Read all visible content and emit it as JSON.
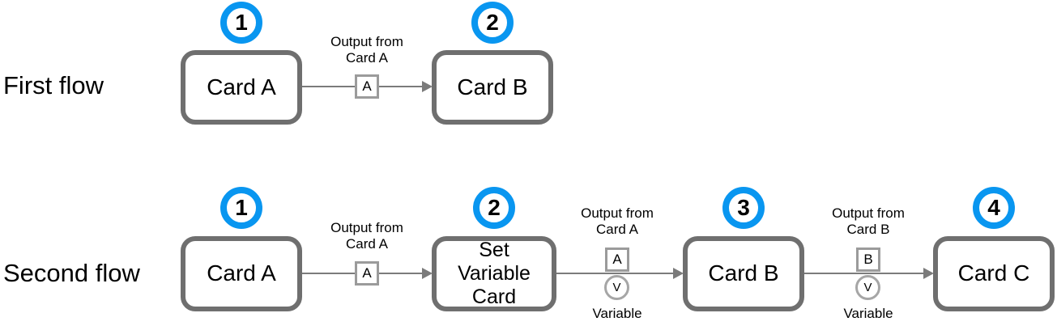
{
  "colors": {
    "step_badge_blue": "#0996f0",
    "card_border_gray": "#6f6f6f",
    "connector_gray": "#7b7b7b",
    "tag_border_gray": "#9b9b9b"
  },
  "flows": [
    {
      "label": "First flow",
      "cards": [
        {
          "step": "1",
          "label": "Card A"
        },
        {
          "step": "2",
          "label": "Card B"
        }
      ],
      "connectors": [
        {
          "label_line1": "Output from",
          "label_line2": "Card A",
          "output_tag": "A"
        }
      ]
    },
    {
      "label": "Second flow",
      "cards": [
        {
          "step": "1",
          "label": "Card A"
        },
        {
          "step": "2",
          "label": "Set Variable Card"
        },
        {
          "step": "3",
          "label": "Card B"
        },
        {
          "step": "4",
          "label": "Card C"
        }
      ],
      "connectors": [
        {
          "label_line1": "Output from",
          "label_line2": "Card A",
          "output_tag": "A"
        },
        {
          "label_line1": "Output from",
          "label_line2": "Card A",
          "output_tag": "A",
          "variable_tag": "V",
          "variable_label": "Variable"
        },
        {
          "label_line1": "Output from",
          "label_line2": "Card B",
          "output_tag": "B",
          "variable_tag": "V",
          "variable_label": "Variable"
        }
      ]
    }
  ]
}
